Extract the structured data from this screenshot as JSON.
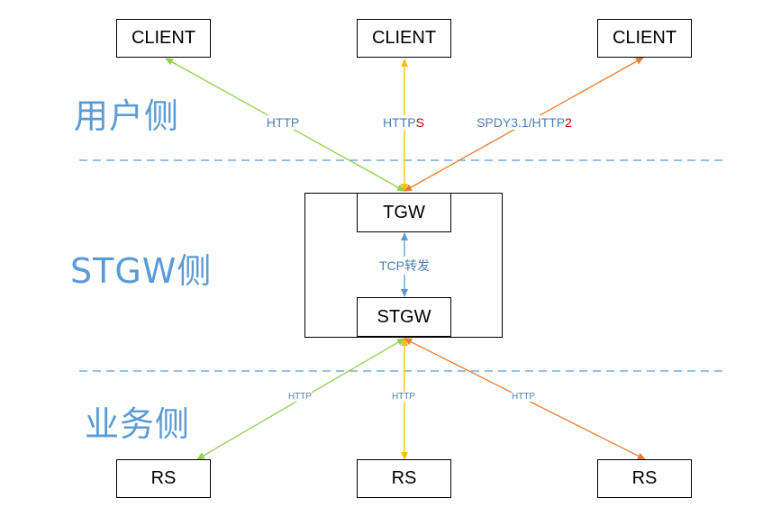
{
  "zones": {
    "user_side": "用户侧",
    "stgw_side": "STGW侧",
    "business_side": "业务侧"
  },
  "nodes": {
    "client_left": "CLIENT",
    "client_mid": "CLIENT",
    "client_right": "CLIENT",
    "tgw": "TGW",
    "stgw": "STGW",
    "rs_left": "RS",
    "rs_mid": "RS",
    "rs_right": "RS"
  },
  "edges": {
    "client_left": {
      "label": "HTTP"
    },
    "client_mid": {
      "label_main": "HTTP",
      "label_highlight": "S"
    },
    "client_right": {
      "label_main": "SPDY3.1/HTTP",
      "label_highlight": "2"
    },
    "tgw_stgw": {
      "label": "TCP转发"
    },
    "rs_left": {
      "label": "HTTP"
    },
    "rs_mid": {
      "label": "HTTP"
    },
    "rs_right": {
      "label": "HTTP"
    }
  },
  "colors": {
    "green": "#92d050",
    "yellow": "#ffc000",
    "orange": "#ed7d31",
    "blue": "#5b9bd5",
    "highlight": "#c00000"
  }
}
